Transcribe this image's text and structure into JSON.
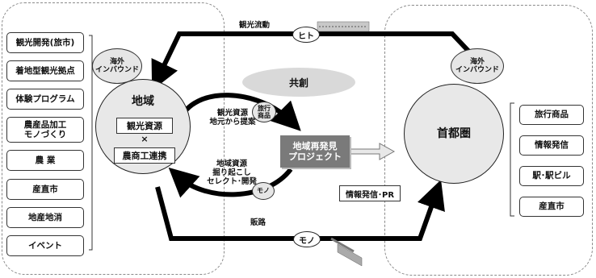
{
  "left_column": {
    "items": [
      "観光開発(旅市)",
      "着地型観光拠点",
      "体験プログラム",
      "農産品加工\nモノづくり",
      "農 業",
      "産直市",
      "地産地消",
      "イベント"
    ]
  },
  "right_column": {
    "items": [
      "旅行商品",
      "情報発信",
      "駅･駅ビル",
      "産直市"
    ]
  },
  "region": {
    "title": "地域",
    "box1": "観光資源",
    "cross": "×",
    "box2": "農商工連携"
  },
  "capital": {
    "title": "首都圏"
  },
  "inbound_left": "海外\nインバウンド",
  "inbound_right": "海外\nインバウンド",
  "kyoso": "共創",
  "project": "地域再発見\nプロジェクト",
  "info_pr": "情報発信･PR",
  "flows": {
    "top_label": "観光流動",
    "top_tag": "ヒト",
    "bottom_label": "販路",
    "bottom_tag": "モノ"
  },
  "cycle": {
    "upper_text": "観光資源\n地元から提案",
    "upper_circle": "旅行\n商品",
    "lower_text": "地域資源\n掘り起こし\nセレクト･開発",
    "lower_circle": "モノ"
  },
  "colors": {
    "project_box": "#7a7a7a",
    "oval": "#d9d9d9",
    "arrow": "#000000"
  }
}
